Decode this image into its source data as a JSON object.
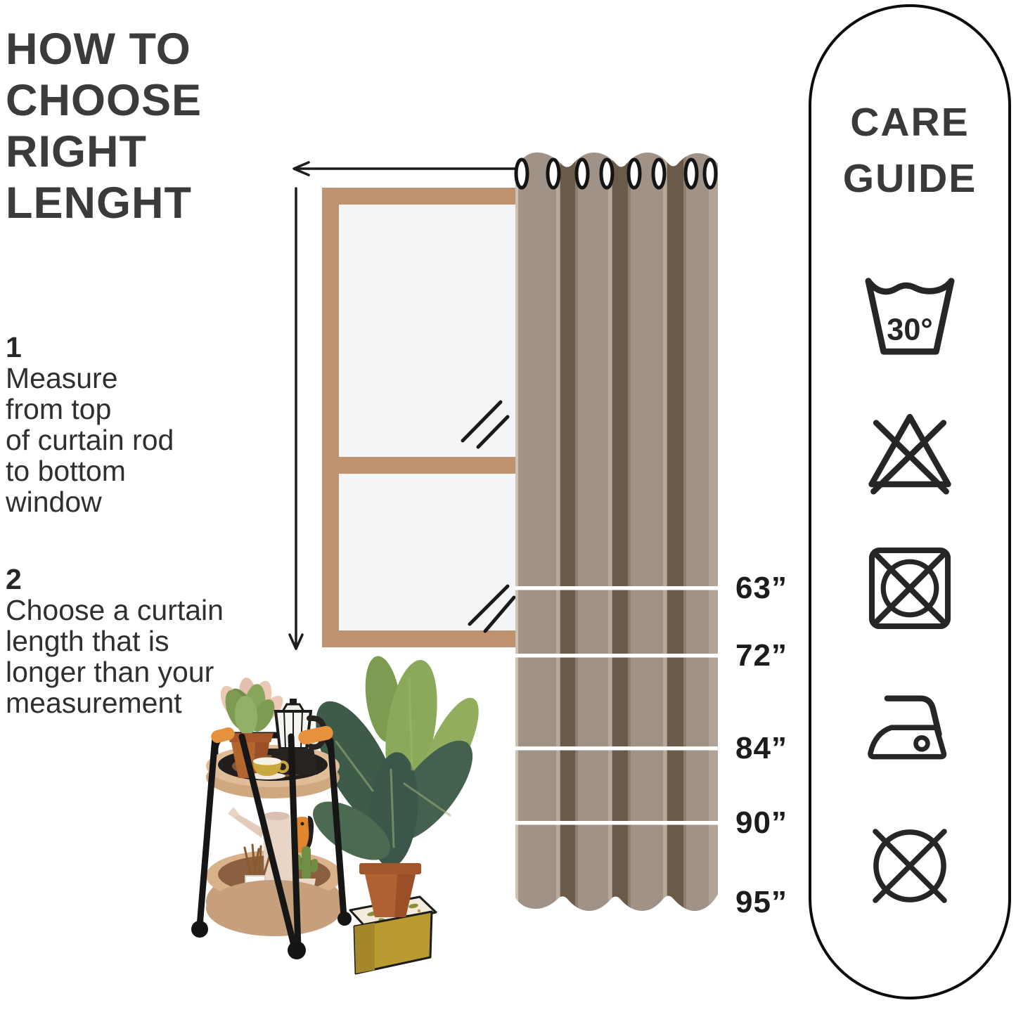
{
  "title": {
    "line1": "HOW TO",
    "line2": "CHOOSE",
    "line3": "RIGHT",
    "line4": "LENGHT"
  },
  "steps": {
    "one": {
      "number": "1",
      "line1": "Measure",
      "line2": "from top",
      "line3": "of curtain rod",
      "line4": "to bottom",
      "line5": "window"
    },
    "two": {
      "number": "2",
      "line1": "Choose a curtain",
      "line2": "length that is",
      "line3": "longer than your",
      "line4": "measurement"
    }
  },
  "curtain_lengths": {
    "l63": "63”",
    "l72": "72”",
    "l84": "84”",
    "l90": "90”",
    "l95": "95”"
  },
  "care_guide": {
    "title_line1": "CARE",
    "title_line2": "GUIDE",
    "wash_temperature": "30°",
    "icons": [
      "wash-30-icon",
      "do-not-bleach-icon",
      "do-not-tumble-dry-icon",
      "iron-icon",
      "do-not-dry-clean-icon"
    ]
  },
  "colors": {
    "curtain_base": "#a09286",
    "curtain_stripe": "#6a5a4a",
    "window_frame": "#bf9270",
    "glass": "#f4f5f7",
    "ink": "#262626",
    "accent_orange": "#e6913c",
    "terracotta": "#b06232",
    "leaf_dark": "#3e5b4a",
    "leaf_light": "#8ba95a",
    "box_yellow": "#b99b2f",
    "tray_beige": "#dab28a"
  }
}
